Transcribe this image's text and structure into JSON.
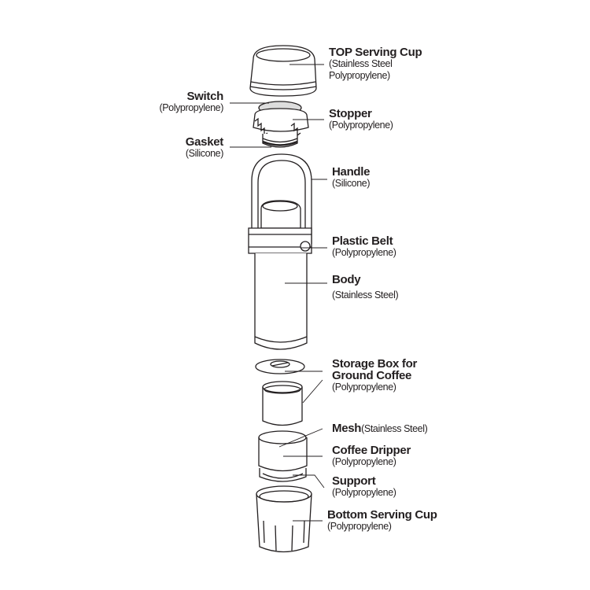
{
  "parts": [
    {
      "name": "TOP Serving Cup",
      "material": [
        "(Stainless Steel",
        "Polypropylene)"
      ]
    },
    {
      "name": "Switch",
      "material": [
        "(Polypropylene)"
      ]
    },
    {
      "name": "Stopper",
      "material": [
        "(Polypropylene)"
      ]
    },
    {
      "name": "Gasket",
      "material": [
        "(Silicone)"
      ]
    },
    {
      "name": "Handle",
      "material": [
        "(Silicone)"
      ]
    },
    {
      "name": "Plastic Belt",
      "material": [
        "(Polypropylene)"
      ]
    },
    {
      "name": "Body",
      "material": [
        "(Stainless Steel)"
      ]
    },
    {
      "name": [
        "Storage Box for",
        "Ground Coffee"
      ],
      "material": [
        "(Polypropylene)"
      ]
    },
    {
      "name": "Mesh",
      "material": [
        "(Stainless Steel)"
      ]
    },
    {
      "name": "Coffee Dripper",
      "material": [
        "(Polypropylene)"
      ]
    },
    {
      "name": "Support",
      "material": [
        "(Polypropylene)"
      ]
    },
    {
      "name": "Bottom Serving Cup",
      "material": [
        "(Polypropylene)"
      ]
    }
  ],
  "colors": {
    "line": "#231f20",
    "fill": "#ffffff",
    "shade": "#e8e8e8"
  }
}
